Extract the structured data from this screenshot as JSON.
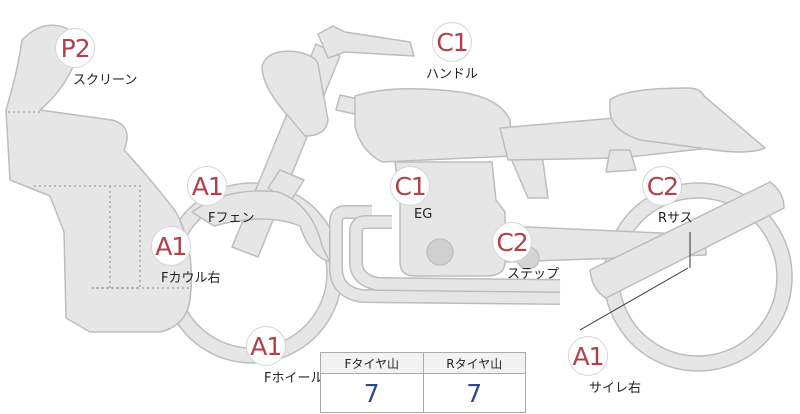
{
  "markers": [
    {
      "id": "screen",
      "code": "P2",
      "label": "スクリーン"
    },
    {
      "id": "handle",
      "code": "C1",
      "label": "ハンドル"
    },
    {
      "id": "f-fender",
      "code": "A1",
      "label": "Fフェン"
    },
    {
      "id": "engine",
      "code": "C1",
      "label": "EG"
    },
    {
      "id": "r-sus",
      "code": "C2",
      "label": "Rサス"
    },
    {
      "id": "f-cowl",
      "code": "A1",
      "label": "Fカウル右"
    },
    {
      "id": "step",
      "code": "C2",
      "label": "ステップ"
    },
    {
      "id": "f-wheel",
      "code": "A1",
      "label": "Fホイール"
    },
    {
      "id": "muffler",
      "code": "A1",
      "label": "サイレ右"
    }
  ],
  "tread_table": {
    "headers": [
      "Fタイヤ山",
      "Rタイヤ山"
    ],
    "values": [
      "7",
      "7"
    ]
  },
  "colors": {
    "badge_text": "#b0404a",
    "value_text": "#2f4a8a",
    "bike_fill": "#e6e6e6",
    "bike_stroke": "#bdbdbd"
  }
}
